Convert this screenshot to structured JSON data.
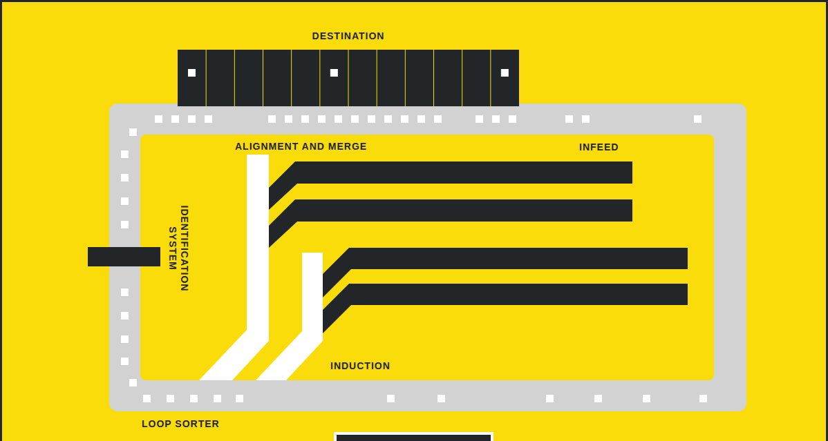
{
  "diagram": {
    "nodes": [
      {
        "text": [
          "DESTINATION"
        ]
      },
      {
        "text": [
          "ALIGNMENT AND MERGE"
        ]
      },
      {
        "text": [
          "INFEED"
        ]
      },
      {
        "text": [
          "IDENTIFICATION SYSTEM"
        ]
      },
      {
        "text": [
          "LOOP SORTER"
        ]
      }
    ],
    "labels": [
      "INDUCTION"
    ]
  }
}
